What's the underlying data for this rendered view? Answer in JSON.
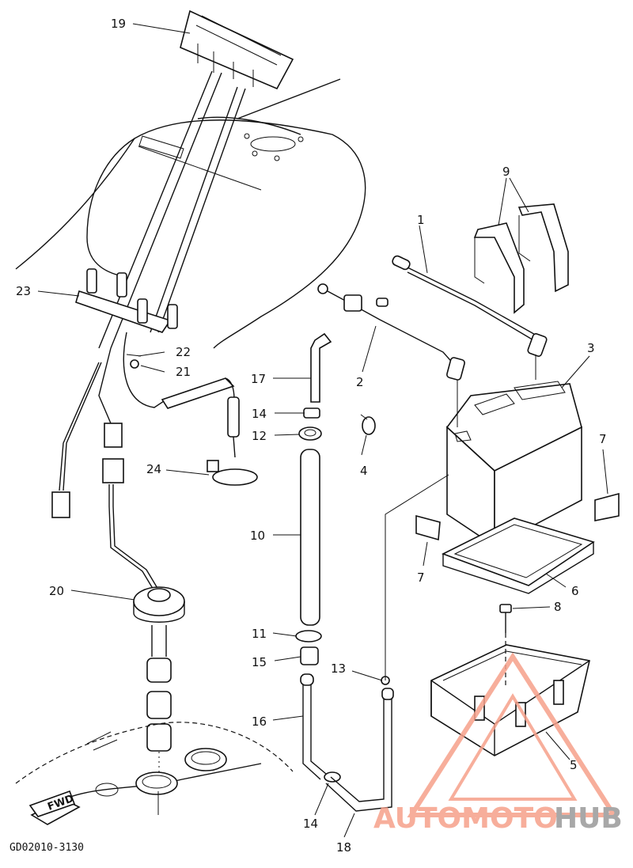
{
  "diagram": {
    "code": "GD02010-3130",
    "fwd_label": "FWD",
    "callouts": {
      "c1": "1",
      "c2": "2",
      "c3": "3",
      "c4": "4",
      "c5": "5",
      "c6": "6",
      "c7a": "7",
      "c7b": "7",
      "c8": "8",
      "c9": "9",
      "c10": "10",
      "c11": "11",
      "c12": "12",
      "c13": "13",
      "c14a": "14",
      "c14b": "14",
      "c15": "15",
      "c16": "16",
      "c17": "17",
      "c18": "18",
      "c19": "19",
      "c20": "20",
      "c21": "21",
      "c22": "22",
      "c23": "23",
      "c24": "24"
    }
  },
  "watermark": {
    "brand_part1": "AUTOMOTO",
    "brand_part2": "HUB",
    "accent_color": "#f6a08a",
    "secondary_color": "#9a9a9a"
  }
}
